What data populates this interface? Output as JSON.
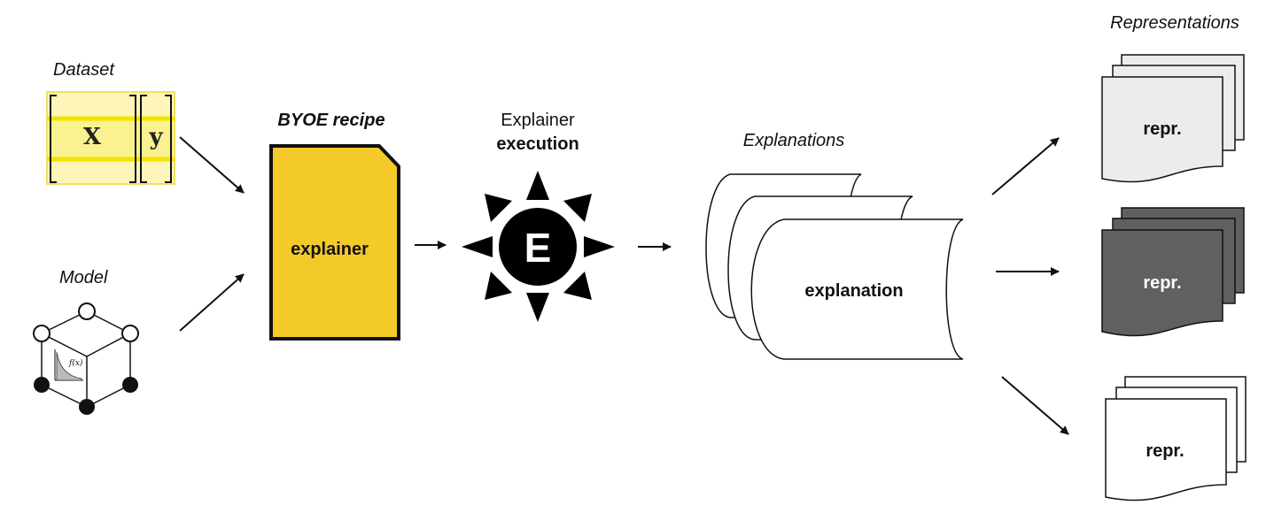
{
  "labels": {
    "dataset": "Dataset",
    "model": "Model",
    "recipe_title": "BYOE recipe",
    "recipe_body": "explainer",
    "execution_line1": "Explainer",
    "execution_line2": "execution",
    "execution_symbol": "E",
    "explanations_title": "Explanations",
    "explanation_body": "explanation",
    "representations_title": "Representations",
    "repr_1": "repr.",
    "repr_2": "repr.",
    "repr_3": "repr.",
    "matrix_x": "X",
    "matrix_y": "y",
    "function_label": "f(x)"
  },
  "colors": {
    "dataset_fill": "#fdf6b8",
    "dataset_band": "#f7ec6a",
    "recipe_fill": "#f4c92a",
    "sun": "#000000",
    "repr_light": "#ececec",
    "repr_dark": "#606060",
    "repr_white": "#ffffff"
  },
  "icons": {
    "model": "neural-cube-icon",
    "execution": "sun-icon"
  }
}
